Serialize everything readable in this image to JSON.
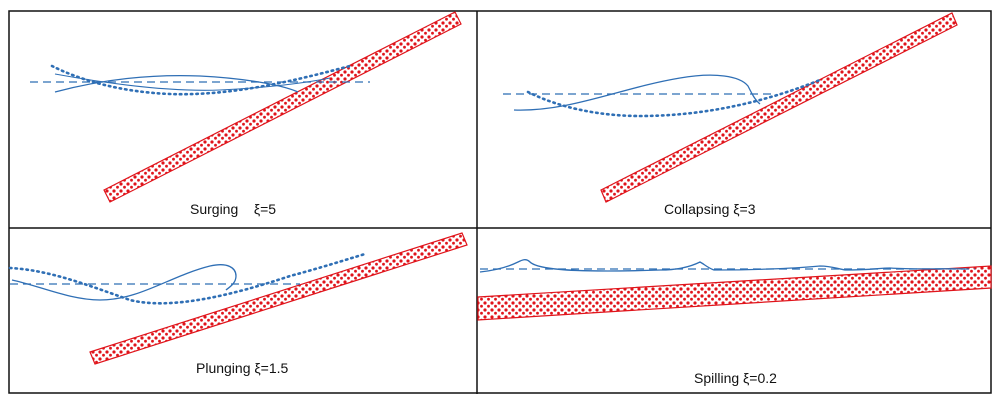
{
  "colors": {
    "border": "#111111",
    "water": "#2f6fb5",
    "slope_fill": "#ffffff",
    "slope_dots": "#e0141b"
  },
  "panels": [
    {
      "id": "surging",
      "label": "Surging    ξ=5"
    },
    {
      "id": "collapsing",
      "label": "Collapsing ξ=3"
    },
    {
      "id": "plunging",
      "label": "Plunging ξ=1.5"
    },
    {
      "id": "spilling",
      "label": "Spilling ξ=0.2"
    }
  ]
}
